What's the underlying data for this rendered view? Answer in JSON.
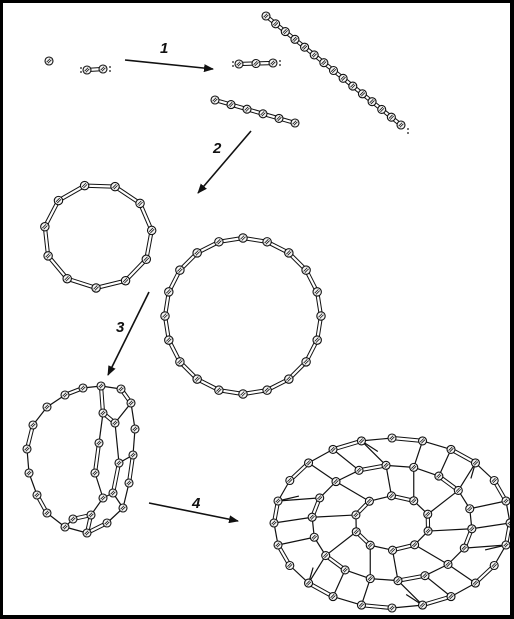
{
  "steps": [
    {
      "label": "1"
    },
    {
      "label": "2"
    },
    {
      "label": "3"
    },
    {
      "label": "4"
    }
  ],
  "colors": {
    "ink": "#111111",
    "paper": "#ffffff",
    "border": "#000000"
  }
}
